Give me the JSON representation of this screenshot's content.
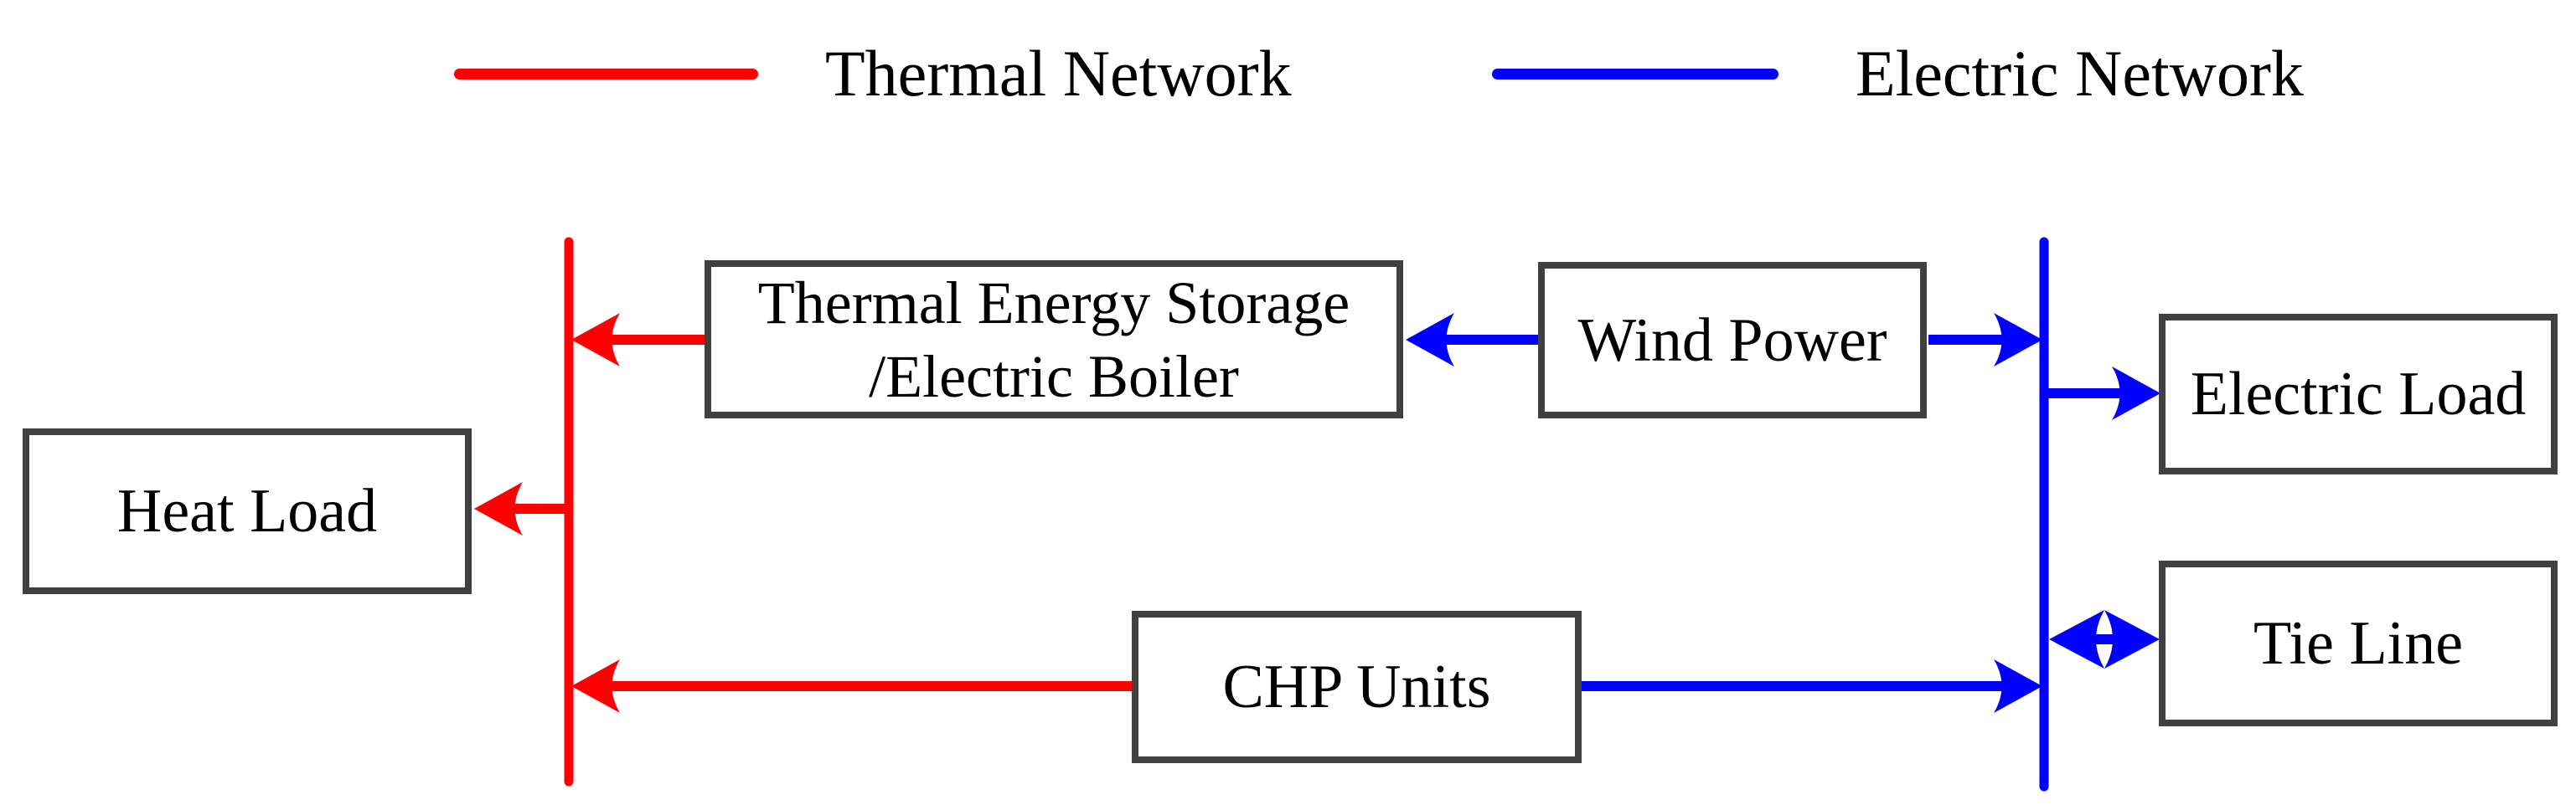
{
  "colors": {
    "thermal": "#ff0000",
    "electric": "#0000ff",
    "border": "#404040",
    "ink": "#000000",
    "bg": "#ffffff"
  },
  "legend": {
    "thermal_label": "Thermal Network",
    "electric_label": "Electric Network"
  },
  "nodes": {
    "heat_load": {
      "label": "Heat Load"
    },
    "thermal_storage": {
      "line1": "Thermal Energy Storage",
      "line2": "/Electric Boiler"
    },
    "wind_power": {
      "label": "Wind Power"
    },
    "electric_load": {
      "label": "Electric Load"
    },
    "chp_units": {
      "label": "CHP Units"
    },
    "tie_line": {
      "label": "Tie Line"
    }
  },
  "connections": [
    {
      "from": "Thermal Energy Storage/Electric Boiler",
      "to": "Thermal bus",
      "network": "thermal",
      "direction": "one-way"
    },
    {
      "from": "Thermal bus",
      "to": "Heat Load",
      "network": "thermal",
      "direction": "one-way"
    },
    {
      "from": "CHP Units",
      "to": "Thermal bus",
      "network": "thermal",
      "direction": "one-way"
    },
    {
      "from": "Wind Power",
      "to": "Thermal Energy Storage/Electric Boiler",
      "network": "electric",
      "direction": "one-way"
    },
    {
      "from": "Wind Power",
      "to": "Electric bus",
      "network": "electric",
      "direction": "one-way"
    },
    {
      "from": "Electric bus",
      "to": "Electric Load",
      "network": "electric",
      "direction": "one-way"
    },
    {
      "from": "Electric bus",
      "to": "Tie Line",
      "network": "electric",
      "direction": "two-way"
    },
    {
      "from": "CHP Units",
      "to": "Electric bus",
      "network": "electric",
      "direction": "one-way"
    }
  ]
}
